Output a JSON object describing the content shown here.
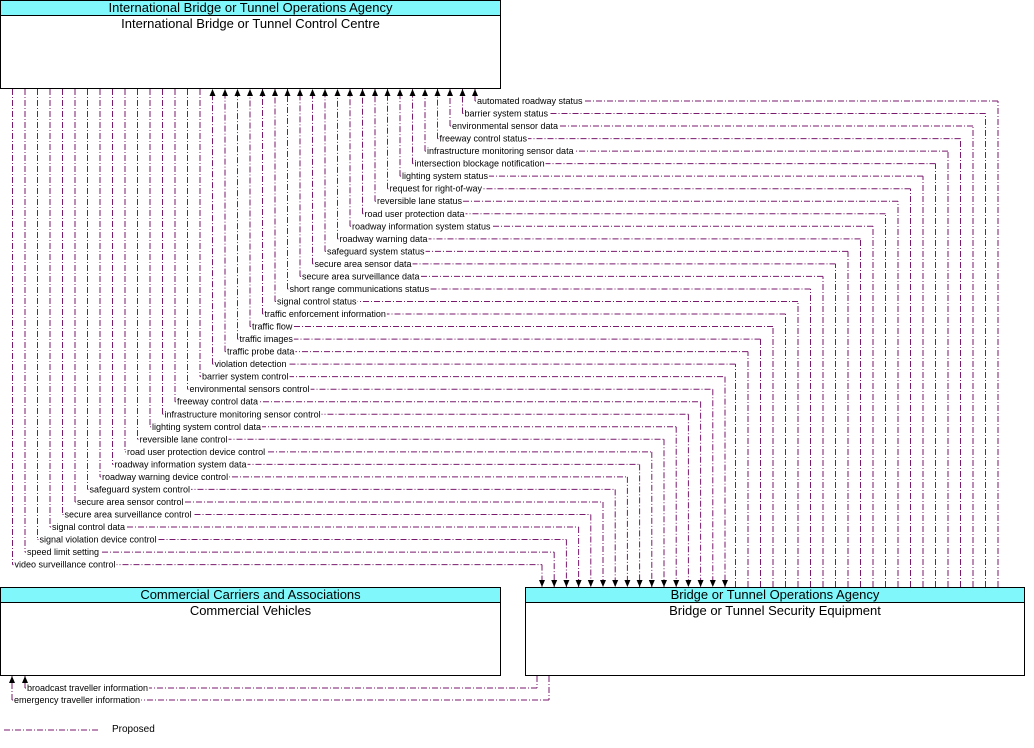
{
  "boxes": {
    "top": {
      "agency": "International Bridge or Tunnel Operations Agency",
      "element": "International Bridge or Tunnel Control Centre"
    },
    "left": {
      "agency": "Commercial Carriers and Associations",
      "element": "Commercial Vehicles"
    },
    "right": {
      "agency": "Bridge or Tunnel Operations Agency",
      "element": "Bridge or Tunnel Security Equipment"
    }
  },
  "flows_up": [
    "automated roadway status",
    "barrier system status",
    "environmental sensor data",
    "freeway control status",
    "infrastructure monitoring sensor data",
    "intersection blockage notification",
    "lighting system status",
    "request for right-of-way",
    "reversible lane status",
    "road user protection data",
    "roadway information system status",
    "roadway warning data",
    "safeguard system status",
    "secure area sensor data",
    "secure area surveillance data",
    "short range communications status",
    "signal control status",
    "traffic enforcement information",
    "traffic flow",
    "traffic images",
    "traffic probe data",
    "violation detection"
  ],
  "flows_down": [
    "barrier system control",
    "environmental sensors control",
    "freeway control data",
    "infrastructure monitoring sensor control",
    "lighting system control data",
    "reversible lane control",
    "road user protection device control",
    "roadway information system data",
    "roadway warning device control",
    "safeguard system control",
    "secure area sensor control",
    "secure area surveillance control",
    "signal control data",
    "signal violation device control",
    "speed limit setting",
    "video surveillance control"
  ],
  "flows_to_vehicles": [
    "broadcast traveller information",
    "emergency traveller information"
  ],
  "legend": {
    "label": "Proposed"
  },
  "colors": {
    "flow_line": "#7a1a6e",
    "header_fill": "#7ff7fb"
  }
}
